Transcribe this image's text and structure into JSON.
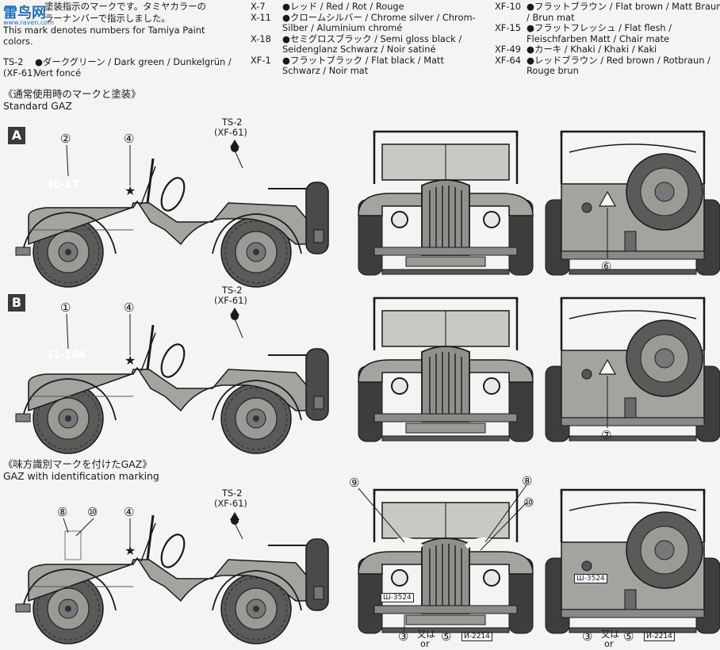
{
  "watermark": {
    "logo": "雷鸟网",
    "url": "www.raven.com"
  },
  "intro": {
    "line1": "塗装指示のマークです。タミヤカラーの",
    "line2": "ラーナンバーで指示しました。",
    "line3": "This mark denotes numbers for Tamiya Paint",
    "line4": "colors."
  },
  "paint_columns": [
    [
      {
        "code": "TS-2",
        "lines": [
          "●ダークグリーン / Dark green / Dunkelgrün /"
        ]
      },
      {
        "code": "(XF-61)",
        "lines": [
          "Vert foncé"
        ]
      }
    ],
    [
      {
        "code": "X-7",
        "lines": [
          "●レッド / Red / Rot / Rouge"
        ]
      },
      {
        "code": "X-11",
        "lines": [
          "●クロームシルバー / Chrome silver / Chrom-",
          "Silber / Aluminium chromé"
        ]
      },
      {
        "code": "X-18",
        "lines": [
          "●セミグロスブラック / Semi gloss black /",
          "Seidenglanz Schwarz / Noir satiné"
        ]
      },
      {
        "code": "XF-1",
        "lines": [
          "●フラットブラック / Flat black / Matt",
          "Schwarz / Noir mat"
        ]
      }
    ],
    [
      {
        "code": "XF-10",
        "lines": [
          "●フラットブラウン / Flat brown / Matt Braun",
          "/ Brun mat"
        ]
      },
      {
        "code": "XF-15",
        "lines": [
          "●フラットフレッシュ / Flat flesh /",
          "Fleischfarben Matt / Chair mate"
        ]
      },
      {
        "code": "XF-49",
        "lines": [
          "●カーキ / Khaki / Khaki / Kaki"
        ]
      },
      {
        "code": "XF-64",
        "lines": [
          "●レッドブラウン / Red brown / Rotbraun /",
          "Rouge brun"
        ]
      }
    ]
  ],
  "sections": {
    "standard_jp": "《通常使用時のマークと塗装》",
    "standard_en": "Standard GAZ",
    "ident_jp": "《味方識別マークを付けたGAZ》",
    "ident_en": "GAZ with identification marking"
  },
  "panels": {
    "a": "A",
    "b": "B"
  },
  "paint_callout": {
    "line1": "TS-2",
    "line2": "(XF-61)"
  },
  "hood_numbers": {
    "a": "40-17",
    "b": "32-106"
  },
  "markers": {
    "m1": "①",
    "m2": "②",
    "m3": "③",
    "m4": "④",
    "m5": "⑤",
    "m6": "⑥",
    "m7": "⑦",
    "m8": "⑧",
    "m9": "⑨",
    "m10": "⑩"
  },
  "plates": {
    "sh": "Ш-3524",
    "i": "И-2214"
  },
  "or_text": {
    "jp": "又は",
    "en": "or"
  }
}
